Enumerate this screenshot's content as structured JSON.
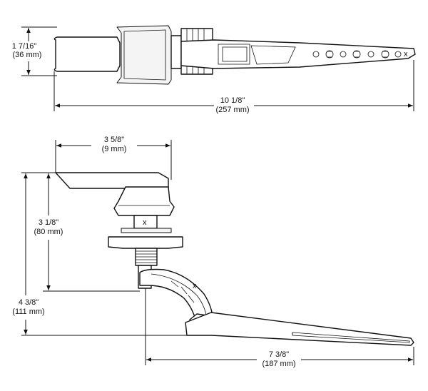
{
  "top_view": {
    "height_dim": {
      "imperial": "1 7/16\"",
      "metric": "(36 mm)"
    },
    "length_dim": {
      "imperial": "10 1/8\"",
      "metric": "(257 mm)"
    }
  },
  "side_view": {
    "handle_width_dim": {
      "imperial": "3 5/8\"",
      "metric": "(9 mm)"
    },
    "handle_drop_dim": {
      "imperial": "3 1/8\"",
      "metric": "(80 mm)"
    },
    "overall_height_dim": {
      "imperial": "4 3/8\"",
      "metric": "(111 mm)"
    },
    "arm_length_dim": {
      "imperial": "7 3/8\"",
      "metric": "(187 mm)"
    }
  },
  "marks": {
    "x_mark": "x"
  }
}
